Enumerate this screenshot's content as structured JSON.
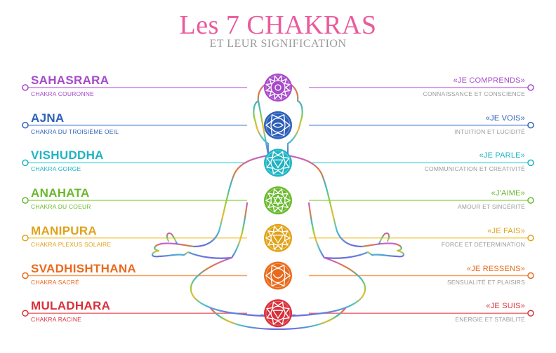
{
  "header": {
    "title": "Les 7 CHAKRAS",
    "subtitle": "ET LEUR SIGNIFICATION"
  },
  "chakras": [
    {
      "name": "SAHASRARA",
      "subtitle": "CHAKRA COURONNE",
      "mantra": "«JE COMPRENDS»",
      "meaning": "CONNAISSANCE ET CONSCIENCE",
      "color": "#a64ac9",
      "light": "#cc80e6",
      "icon": "thousand-petal-lotus-icon"
    },
    {
      "name": "AJNA",
      "subtitle": "CHAKRA DU TROISIÈME OEIL",
      "mantra": "«JE VOIS»",
      "meaning": "INTUITION ET LUCIDITÉ",
      "color": "#2e5fb8",
      "light": "#6f98e0",
      "icon": "third-eye-icon"
    },
    {
      "name": "VISHUDDHA",
      "subtitle": "CHAKRA GORGE",
      "mantra": "«JE PARLE»",
      "meaning": "COMMUNICATION ET CREATIVITÉ",
      "color": "#1fb3c2",
      "light": "#6ad8e3",
      "icon": "throat-lotus-icon"
    },
    {
      "name": "ANAHATA",
      "subtitle": "CHAKRA DU COEUR",
      "mantra": "«J'AIME»",
      "meaning": "AMOUR ET SINCÉRITÉ",
      "color": "#6ab82f",
      "light": "#a4dc6e",
      "icon": "heart-star-icon"
    },
    {
      "name": "MANIPURA",
      "subtitle": "CHAKRA PLEXUS SOLAIRE",
      "mantra": "«JE FAIS»",
      "meaning": "FORCE ET DÉTERMINATION",
      "color": "#e0a21a",
      "light": "#f5cd5e",
      "icon": "solar-triangle-icon"
    },
    {
      "name": "SVADHISHTHANA",
      "subtitle": "CHAKRA SACRÉ",
      "mantra": "«JE RESSENS»",
      "meaning": "SENSUALITÉ ET PLAISIRS",
      "color": "#e96a1c",
      "light": "#f7a060",
      "icon": "sacral-crescent-icon"
    },
    {
      "name": "MULADHARA",
      "subtitle": "CHAKRA RACINE",
      "mantra": "«JE SUIS»",
      "meaning": "ENERGIE ET STABILITÉ",
      "color": "#d9303a",
      "light": "#f07078",
      "icon": "root-lotus-icon"
    }
  ]
}
